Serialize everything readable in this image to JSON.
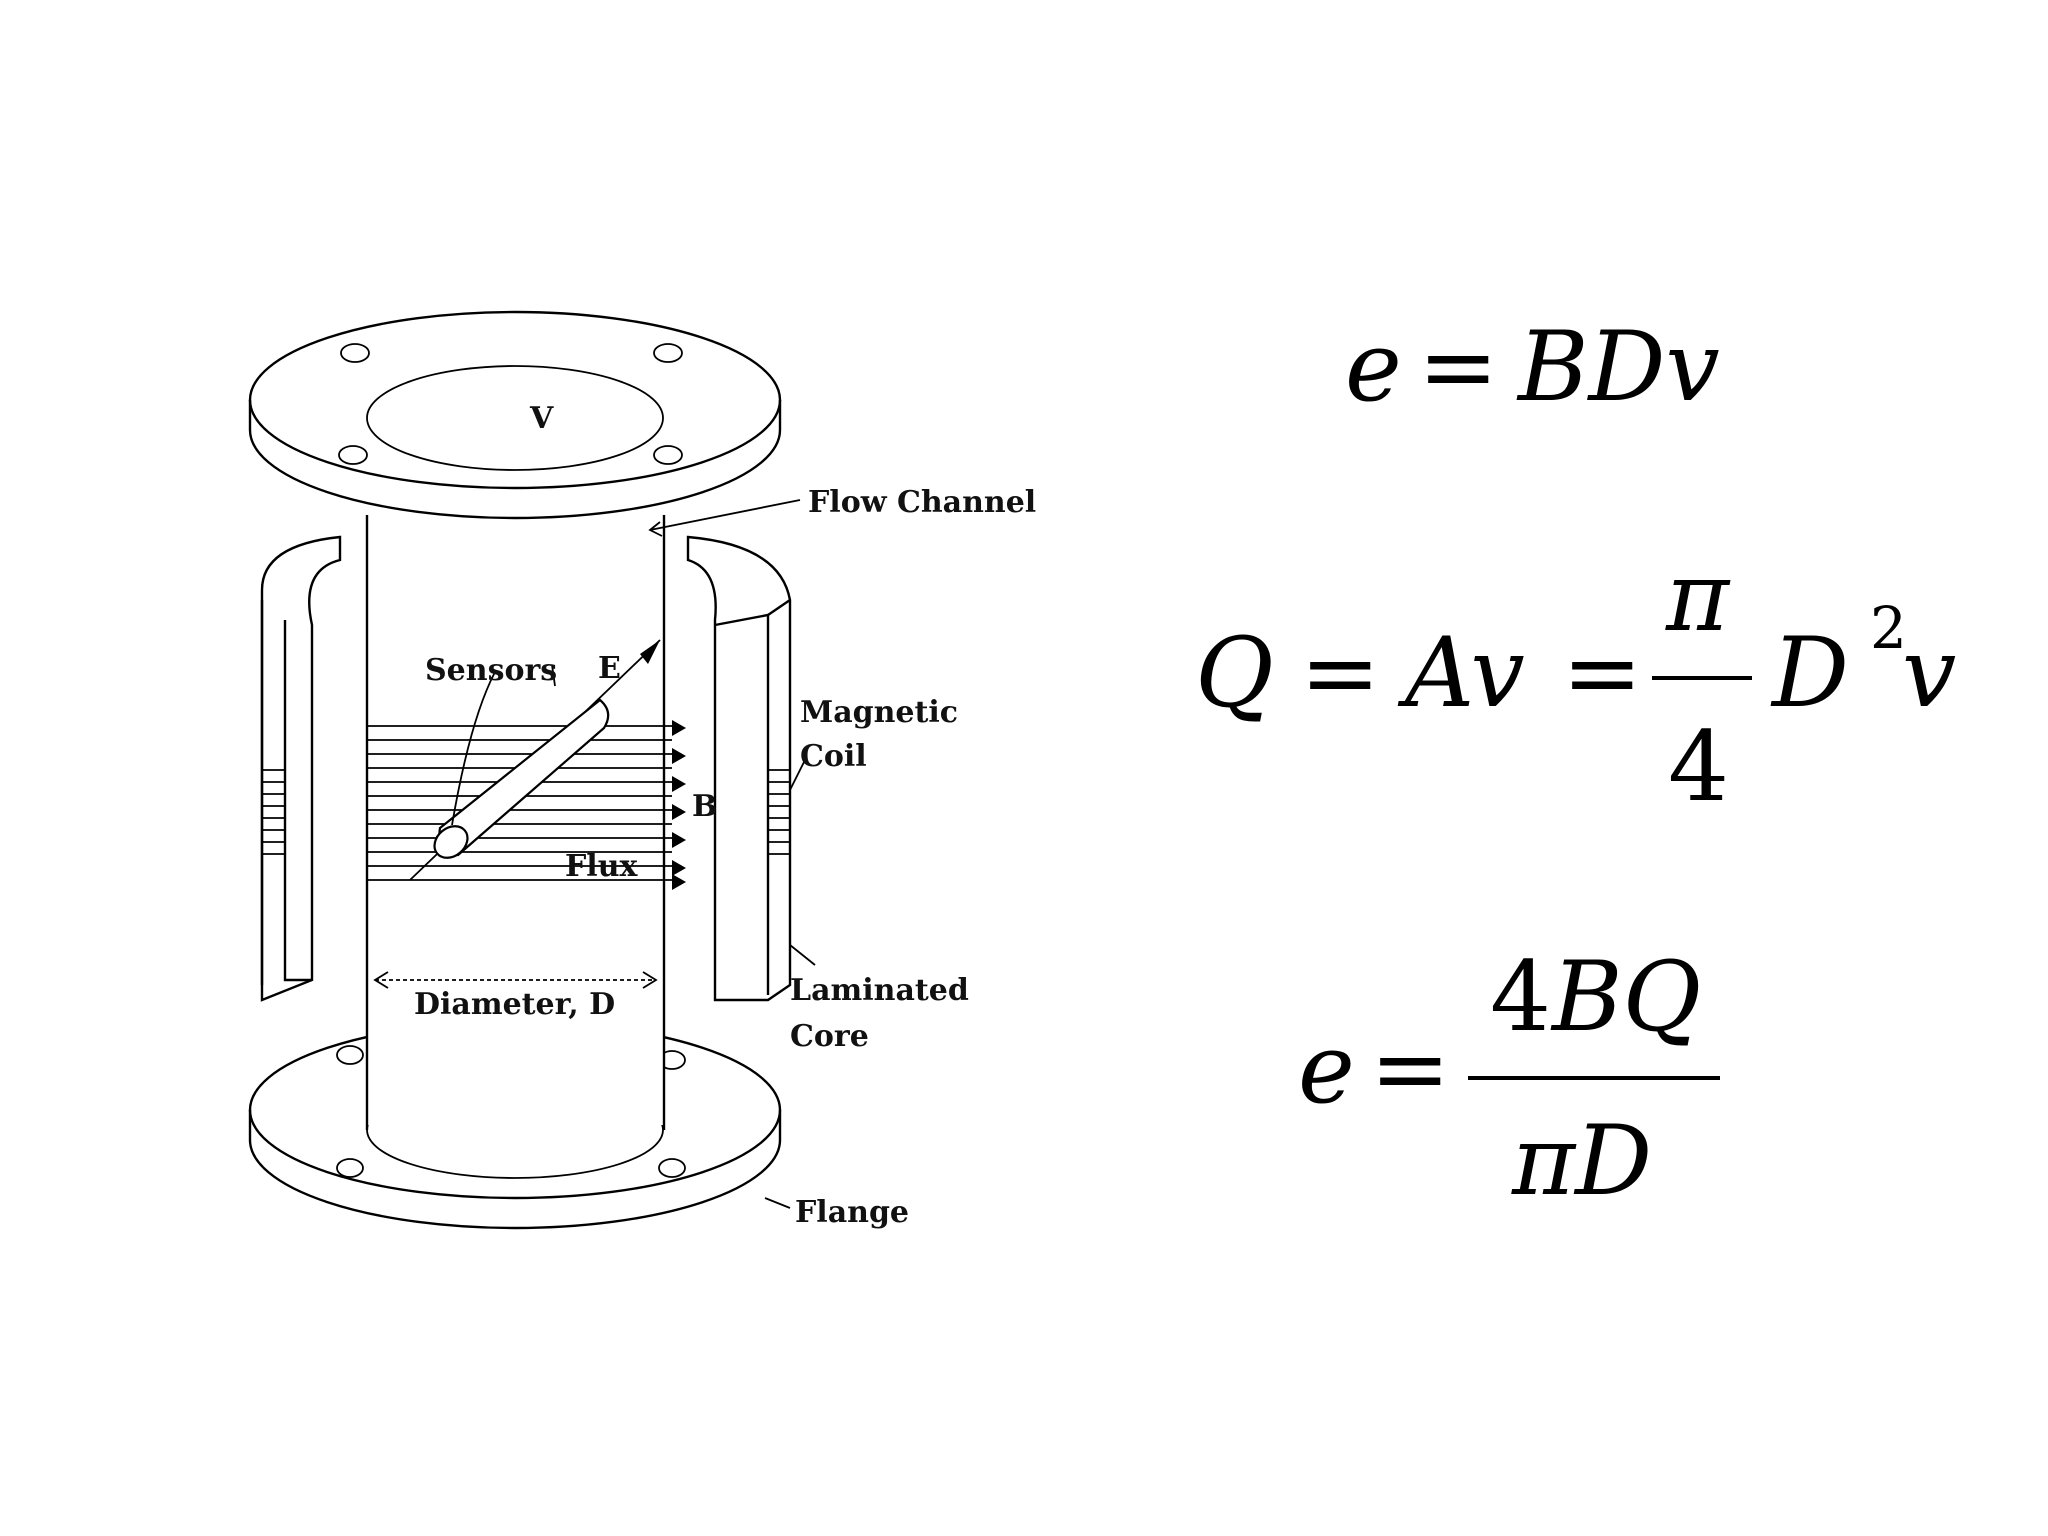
{
  "diagram": {
    "labels": {
      "velocity": "V",
      "flow_channel": "Flow Channel",
      "sensors": "Sensors",
      "efield": "E",
      "magnetic_coil_line1": "Magnetic",
      "magnetic_coil_line2": "Coil",
      "bfield": "B",
      "flux": "Flux",
      "diameter": "Diameter, D",
      "laminated_core_line1": "Laminated",
      "laminated_core_line2": "Core",
      "flange": "Flange"
    }
  },
  "equations": {
    "eq1": {
      "lhs": "e",
      "equals": "=",
      "rhs": "BDv"
    },
    "eq2": {
      "lhs": "Q",
      "equals1": "=",
      "mid": "Av",
      "equals2": "=",
      "frac_num": "π",
      "frac_den": "4",
      "tail_base": "D",
      "tail_exp": "2",
      "tail_var": "v"
    },
    "eq3": {
      "lhs": "e",
      "equals": "=",
      "num_coef": "4",
      "num_vars": "BQ",
      "den": "πD"
    }
  }
}
